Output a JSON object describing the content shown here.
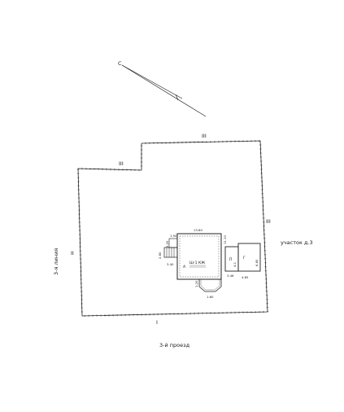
{
  "north_arrow": {
    "label": "С"
  },
  "boundary_labels": {
    "top": "III",
    "top_left": "III",
    "right": "III",
    "left": "II",
    "bottom": "I"
  },
  "street_labels": {
    "left": "3-я линия",
    "bottom": "3-й проезд",
    "right": "участок д.3"
  },
  "house": {
    "label_a": "А",
    "label_code": "Ш-1 КЖ",
    "dimensions": {
      "top": "13.60",
      "top_small": "1.50",
      "right": "11.10",
      "left": "2.20",
      "left_lower": "2.80",
      "step": "3.40",
      "bay_left": "1.20",
      "bay_bottom": "1.60"
    }
  },
  "outbuildings": {
    "p": {
      "label": "П",
      "dim_side": "4.1",
      "dim_bottom": "3.46"
    },
    "g": {
      "label": "Г",
      "dim_side": "6.80",
      "dim_bottom": "4.85"
    }
  }
}
